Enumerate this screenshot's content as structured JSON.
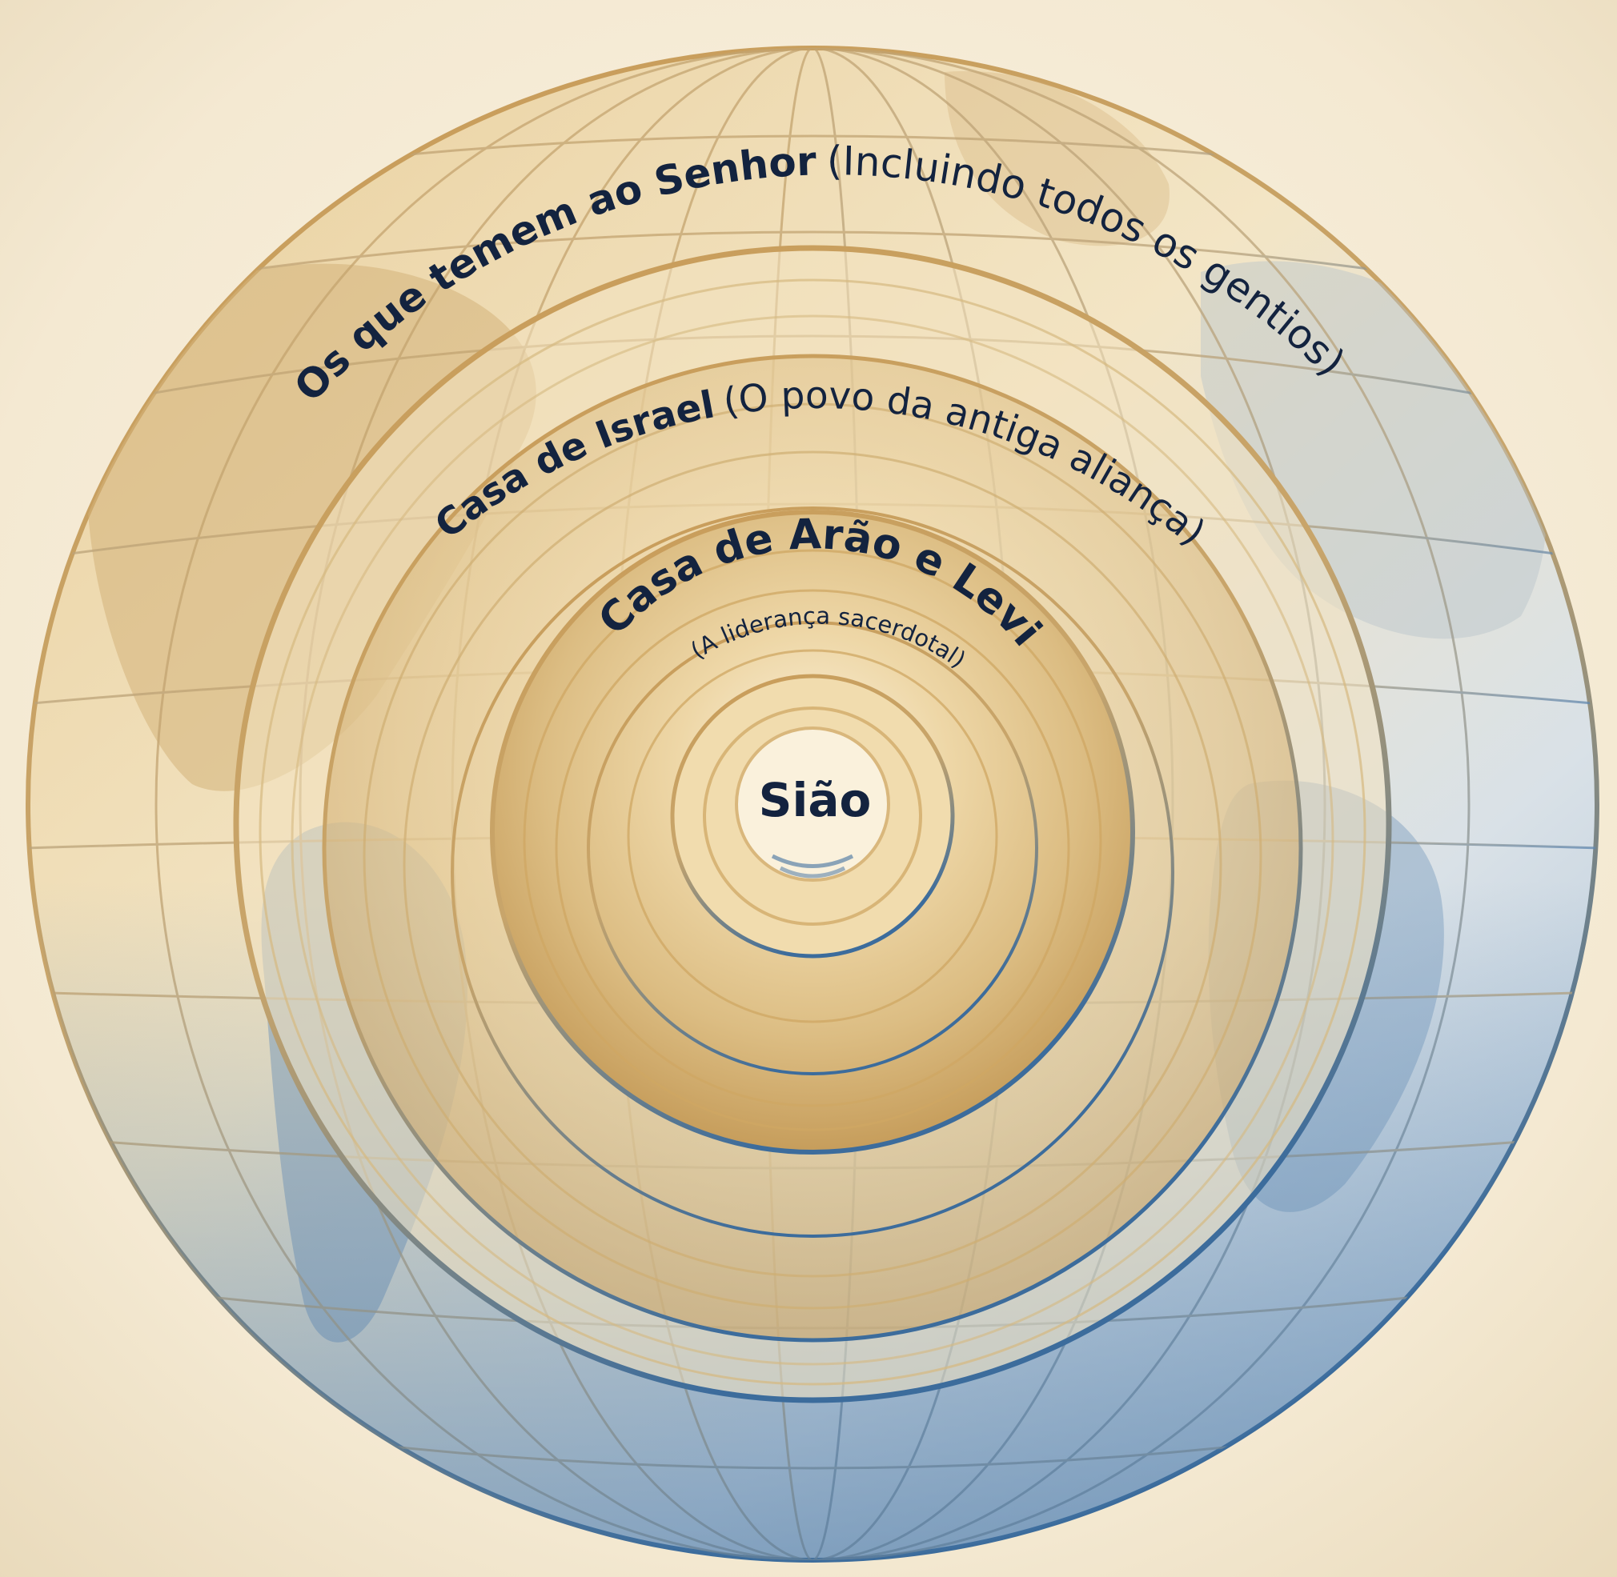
{
  "diagram": {
    "outer_ring": {
      "title": "Os que temem ao Senhor",
      "subtitle": "(Incluindo todos os gentios)"
    },
    "second_ring": {
      "title": "Casa de Israel",
      "subtitle": "(O povo da antiga aliança)"
    },
    "third_ring": {
      "title": "Casa de Arão e Levi",
      "subtitle": "(A liderança sacerdotal)"
    },
    "center": {
      "title": "Sião"
    }
  },
  "colors": {
    "parchment": "#f5ecd9",
    "gold": "#d8b47a",
    "blue": "#4f7fae",
    "text": "#13233f"
  }
}
